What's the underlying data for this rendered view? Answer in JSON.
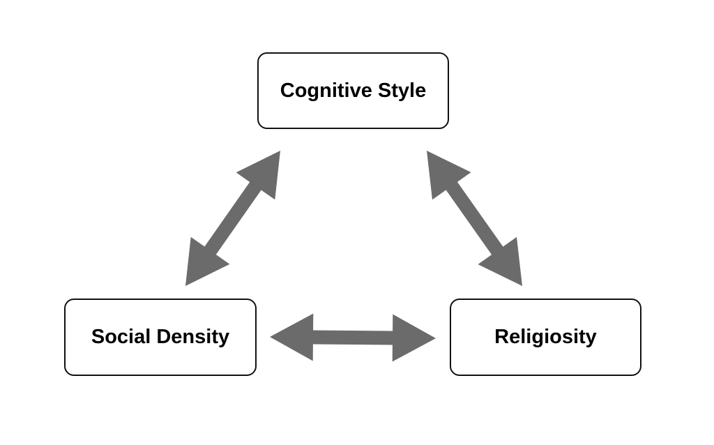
{
  "diagram": {
    "nodes": {
      "cognitive_style": {
        "label": "Cognitive Style"
      },
      "social_density": {
        "label": "Social Density"
      },
      "religiosity": {
        "label": "Religiosity"
      }
    },
    "edges": [
      {
        "from": "cognitive_style",
        "to": "social_density",
        "style": "bidirectional"
      },
      {
        "from": "cognitive_style",
        "to": "religiosity",
        "style": "bidirectional"
      },
      {
        "from": "social_density",
        "to": "religiosity",
        "style": "bidirectional"
      }
    ],
    "colors": {
      "arrow": "#6b6b6b",
      "box_border": "#111111",
      "text": "#000000",
      "background": "#ffffff"
    }
  }
}
